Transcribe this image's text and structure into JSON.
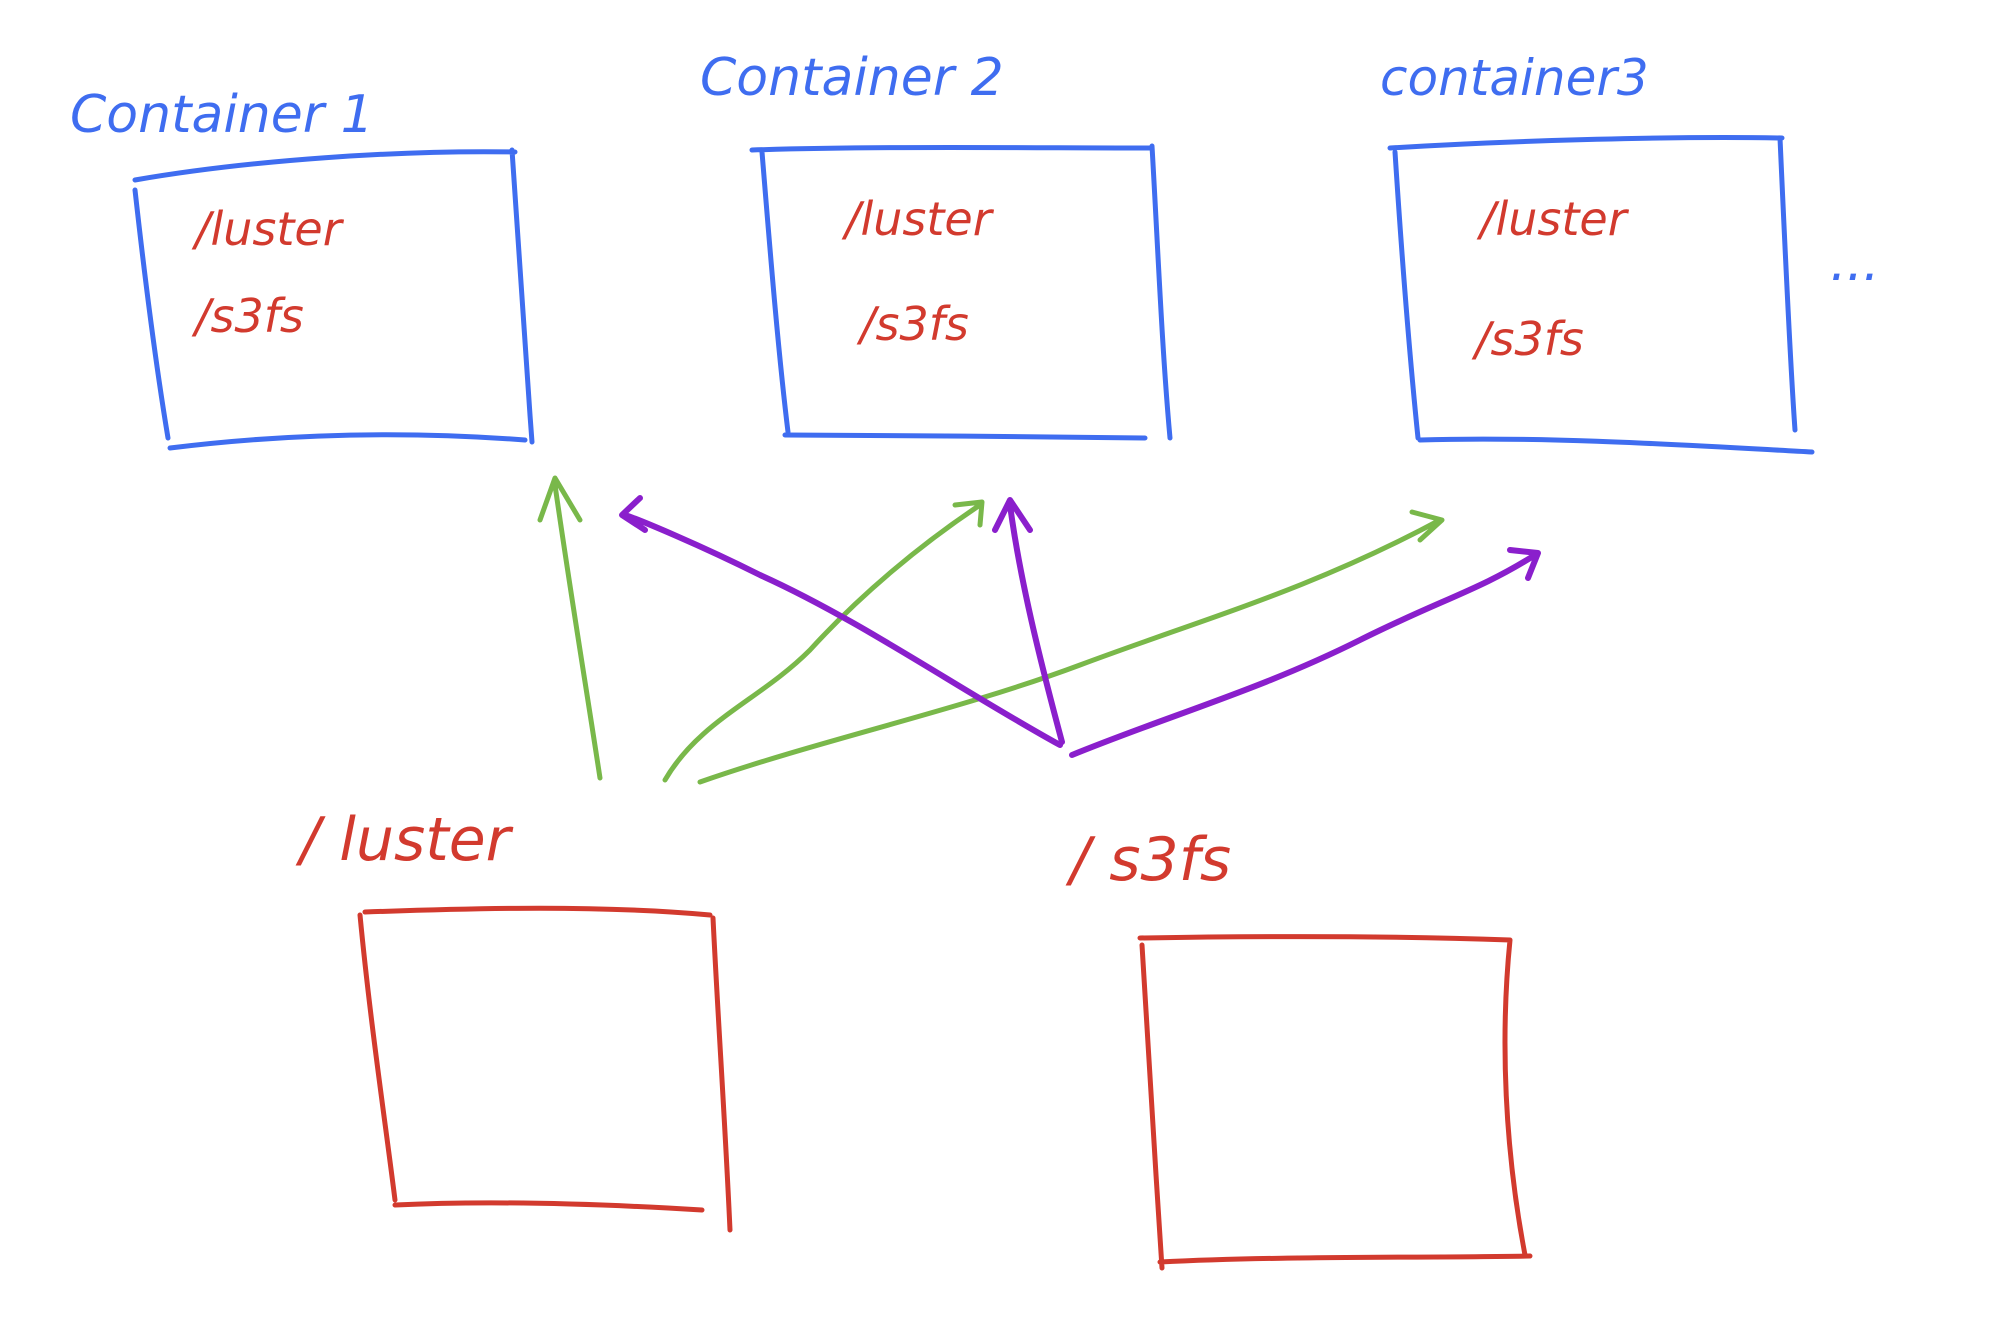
{
  "colors": {
    "container": "#3f6df0",
    "mount": "#d23a2e",
    "lustre_arrow": "#79b84a",
    "s3fs_arrow": "#8a1fcc",
    "background": "#ffffff"
  },
  "containers": [
    {
      "title": "Container 1",
      "mounts": [
        "/luster",
        "/s3fs"
      ]
    },
    {
      "title": "Container 2",
      "mounts": [
        "/luster",
        "/s3fs"
      ]
    },
    {
      "title": "container3",
      "mounts": [
        "/luster",
        "/s3fs"
      ]
    }
  ],
  "ellipsis": "...",
  "storages": [
    {
      "label": "/ luster"
    },
    {
      "label": "/ s3fs"
    }
  ],
  "connections": [
    {
      "from": "/ luster",
      "to": "Container 1",
      "color": "lustre_arrow"
    },
    {
      "from": "/ luster",
      "to": "Container 2",
      "color": "lustre_arrow"
    },
    {
      "from": "/ luster",
      "to": "container3",
      "color": "lustre_arrow"
    },
    {
      "from": "/ s3fs",
      "to": "Container 1",
      "color": "s3fs_arrow"
    },
    {
      "from": "/ s3fs",
      "to": "Container 2",
      "color": "s3fs_arrow"
    },
    {
      "from": "/ s3fs",
      "to": "container3",
      "color": "s3fs_arrow"
    }
  ]
}
